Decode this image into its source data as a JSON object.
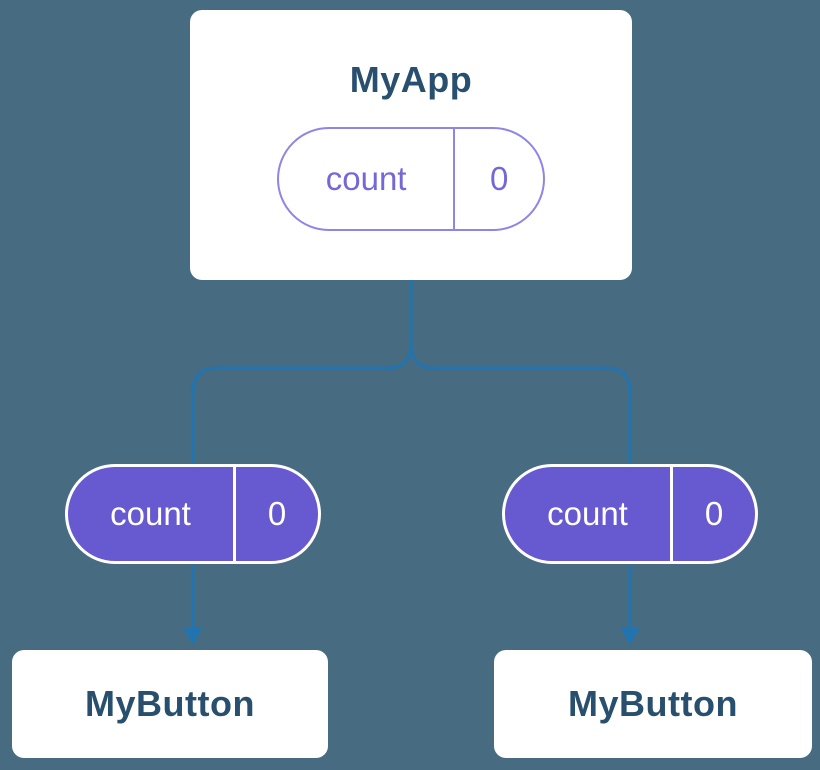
{
  "diagram": {
    "app": {
      "title": "MyApp",
      "state": {
        "label": "count",
        "value": "0"
      }
    },
    "children": [
      {
        "title": "MyButton",
        "prop": {
          "label": "count",
          "value": "0"
        }
      },
      {
        "title": "MyButton",
        "prop": {
          "label": "count",
          "value": "0"
        }
      }
    ],
    "icons": [
      {
        "name": "arrow-down-icon",
        "meaning": "state passed from parent pill to child component"
      },
      {
        "name": "brace-split-icon",
        "meaning": "parent state branches to two children"
      }
    ],
    "colors": {
      "background": "#476B80",
      "card_bg": "#FFFFFF",
      "card_text": "#28506E",
      "pill_purple": "#6759D0",
      "pill_outline_border": "#8F85E5",
      "pill_outline_text": "#7468D8",
      "pill_filled_text": "#FFFFFF",
      "connector": "#2274B0"
    }
  }
}
